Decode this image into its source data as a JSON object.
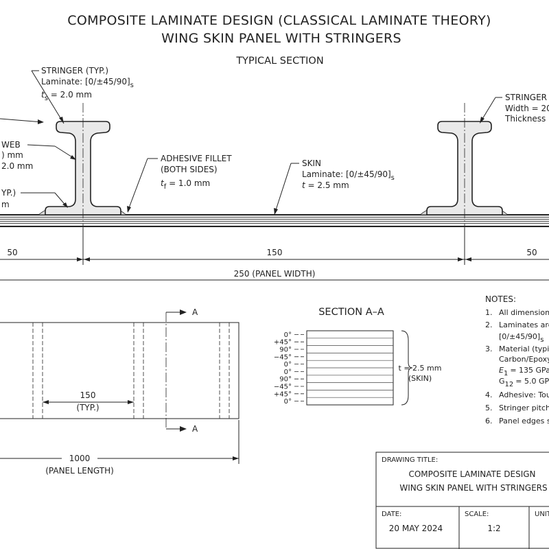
{
  "header": {
    "title": "COMPOSITE LAMINATE DESIGN (CLASSICAL LAMINATE THEORY)",
    "subtitle": "WING SKIN PANEL WITH STRINGERS",
    "section_label": "TYPICAL SECTION"
  },
  "section_view": {
    "stringer_left": {
      "line1": "STRINGER (TYP.)",
      "line2_prefix": "Laminate:  [0/±45/90]",
      "line2_sub": "s",
      "line3_var": "t",
      "line3_sub": "s",
      "line3_value": " = 2.0 mm"
    },
    "web": {
      "line1": "WEB",
      "line2": ") mm",
      "line3": "2.0 mm"
    },
    "flange_left": {
      "line1": "YP.)",
      "line2": "m"
    },
    "adhesive": {
      "line1": "ADHESIVE FILLET",
      "line2": "(BOTH SIDES)",
      "line3_var": "t",
      "line3_sub": "f",
      "line3_value": " = 1.0 mm"
    },
    "skin": {
      "line1": "SKIN",
      "line2_prefix": "Laminate:  [0/±45/90]",
      "line2_sub": "s",
      "line3_var": "t",
      "line3_value": "    = 2.5 mm"
    },
    "stringer_right": {
      "line1": "STRINGER",
      "line2": "Width = 20",
      "line3": "Thickness ="
    },
    "dims": {
      "left_edge": "50",
      "pitch": "150",
      "right_edge": "50",
      "panel_width": "250 (PANEL WIDTH)"
    }
  },
  "plan_view": {
    "arrow_top": "A",
    "arrow_bottom": "A",
    "pitch_value": "150",
    "pitch_note": "(TYP.)",
    "length_value": "1000",
    "length_note": "(PANEL LENGTH)"
  },
  "section_aa": {
    "title": "SECTION A–A",
    "plies": [
      "0°",
      "+45°",
      "90°",
      "−45°",
      "0°",
      "0°",
      "90°",
      "−45°",
      "+45°",
      "0°"
    ],
    "thickness_line1": "t = 2.5 mm",
    "thickness_line2": "(SKIN)"
  },
  "notes": {
    "heading": "NOTES:",
    "items": [
      {
        "num": "1.",
        "lines": [
          "All dimensions"
        ]
      },
      {
        "num": "2.",
        "lines": [
          "Laminates are",
          "[0/±45/90]"
        ],
        "sub": "s"
      },
      {
        "num": "3.",
        "lines": [
          "Material (typic",
          "Carbon/Epoxy",
          "= 135 GPa",
          "= 5.0 GP"
        ],
        "e_sym": "E",
        "e_sub": "1",
        "g_sym": "G",
        "g_sub": "12"
      },
      {
        "num": "4.",
        "lines": [
          "Adhesive: Tou"
        ]
      },
      {
        "num": "5.",
        "lines": [
          "Stringer pitch"
        ]
      },
      {
        "num": "6.",
        "lines": [
          "Panel edges s"
        ]
      }
    ]
  },
  "title_block": {
    "drawing_title_label": "DRAWING TITLE:",
    "title_line1": "COMPOSITE LAMINATE DESIGN",
    "title_line2": "WING SKIN PANEL WITH STRINGERS",
    "date_label": "DATE:",
    "date_value": "20 MAY 2024",
    "scale_label": "SCALE:",
    "scale_value": "1:2",
    "unit_label": "UNIT"
  }
}
